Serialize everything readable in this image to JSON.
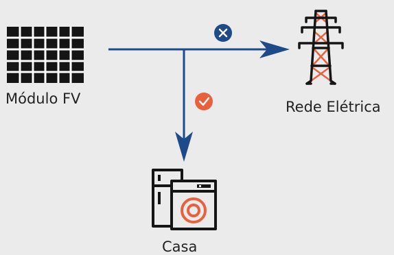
{
  "nodes": {
    "pv_module": {
      "label": "Módulo FV",
      "icon": "solar-panel-icon"
    },
    "grid": {
      "label": "Rede Elétrica",
      "icon": "transmission-tower-icon"
    },
    "house": {
      "label": "Casa",
      "icon": "home-appliances-icon"
    }
  },
  "flows": {
    "to_grid": {
      "status": "blocked",
      "icon": "x-icon"
    },
    "to_house": {
      "status": "allowed",
      "icon": "check-icon"
    }
  },
  "colors": {
    "background": "#ebebeb",
    "line": "#1e4a8a",
    "blocked_badge": "#1e4a8a",
    "allowed_badge": "#e8613c",
    "icon": "#151515",
    "accent": "#e8613c"
  }
}
